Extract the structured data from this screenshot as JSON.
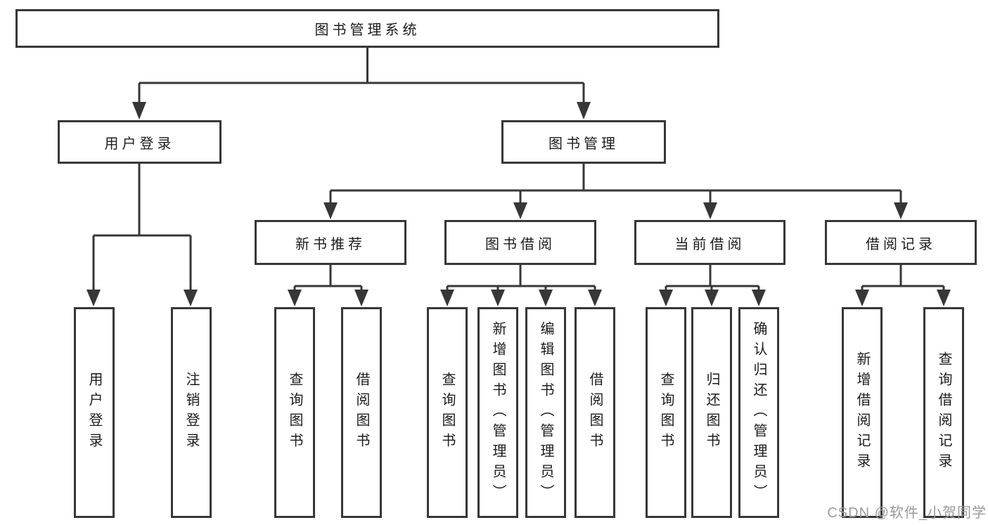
{
  "diagram_type": "hierarchy-tree",
  "tree": {
    "label": "图书管理系统",
    "children": [
      {
        "label": "用户登录",
        "children": [
          {
            "label": "用户登录"
          },
          {
            "label": "注销登录"
          }
        ]
      },
      {
        "label": "图书管理",
        "children": [
          {
            "label": "新书推荐",
            "children": [
              {
                "label": "查询图书"
              },
              {
                "label": "借阅图书"
              }
            ]
          },
          {
            "label": "图书借阅",
            "children": [
              {
                "label": "查询图书"
              },
              {
                "label": "新增图书（管理员）"
              },
              {
                "label": "编辑图书（管理员）"
              },
              {
                "label": "借阅图书"
              }
            ]
          },
          {
            "label": "当前借阅",
            "children": [
              {
                "label": "查询图书"
              },
              {
                "label": "归还图书"
              },
              {
                "label": "确认归还（管理员）"
              }
            ]
          },
          {
            "label": "借阅记录",
            "children": [
              {
                "label": "新增借阅记录"
              },
              {
                "label": "查询借阅记录"
              }
            ]
          }
        ]
      }
    ]
  },
  "watermark": {
    "text": "CSDN @软件_小贺同学"
  },
  "colors": {
    "line": "#373737",
    "box_border": "#373737",
    "text": "#1c1c1c",
    "watermark": "#9a9a9a",
    "background": "#ffffff"
  }
}
